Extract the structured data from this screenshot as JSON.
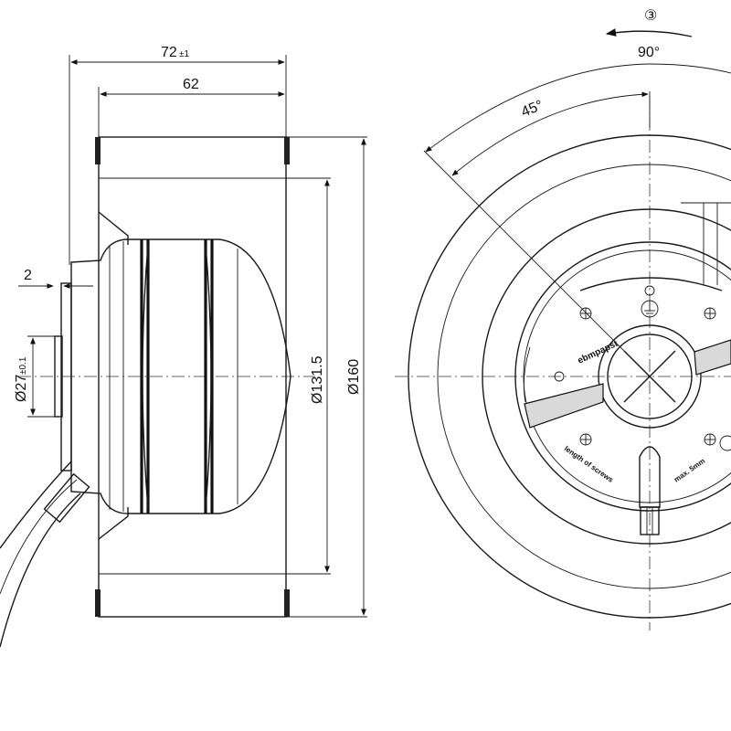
{
  "side_view": {
    "dims": {
      "overall_width": "72",
      "overall_width_tol": "±1",
      "housing_width": "62",
      "flange_offset": "2",
      "shaft_dia": "Ø27",
      "shaft_dia_tol": "±0.1",
      "impeller_dia": "Ø131.5",
      "outer_dia": "Ø160"
    }
  },
  "front_view": {
    "rotation_marker": "③",
    "angle_large": "90°",
    "angle_small": "45°",
    "brand_label": "ebmpapst",
    "plate_label_left": "length of screws",
    "plate_label_right": "max. 5mm"
  }
}
